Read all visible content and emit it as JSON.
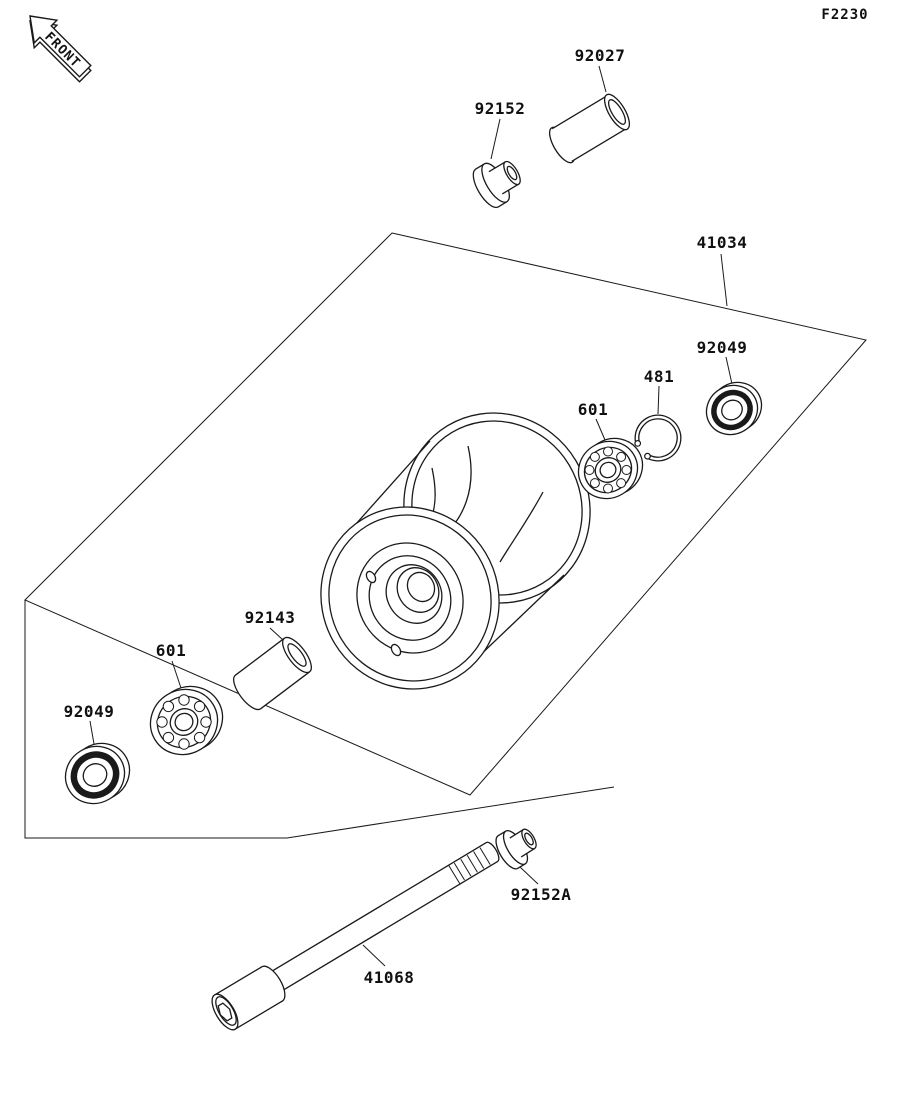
{
  "figure": {
    "code": "F2230",
    "front_label": "FRONT",
    "description": "Front wheel hub exploded parts diagram"
  },
  "part_labels": [
    {
      "part_no": "92027"
    },
    {
      "part_no": "92152"
    },
    {
      "part_no": "41034"
    },
    {
      "part_no": "92049"
    },
    {
      "part_no": "481"
    },
    {
      "part_no": "601"
    },
    {
      "part_no": "92143"
    },
    {
      "part_no": "601"
    },
    {
      "part_no": "92049"
    },
    {
      "part_no": "92152A"
    },
    {
      "part_no": "41068"
    }
  ],
  "colors": {
    "line": "#1a1a1a",
    "background": "#ffffff"
  }
}
